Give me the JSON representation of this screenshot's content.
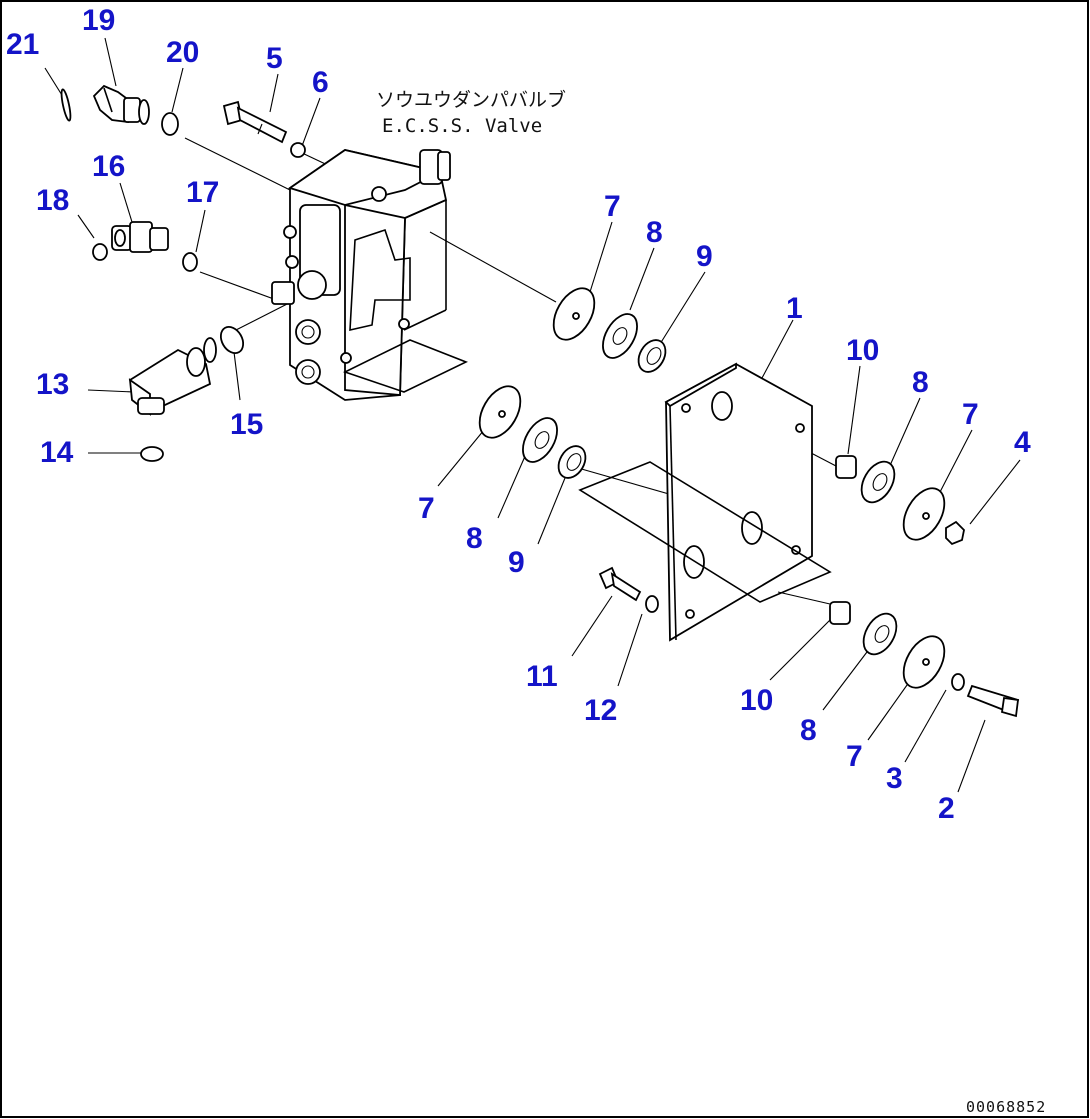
{
  "diagram": {
    "caption_jp": "ソウユウダンパバルブ",
    "caption_en": "E.C.S.S. Valve",
    "drawing_code": "00068852",
    "callouts": [
      "21",
      "19",
      "20",
      "5",
      "6",
      "16",
      "18",
      "17",
      "7",
      "8",
      "9",
      "1",
      "10",
      "8",
      "7",
      "4",
      "13",
      "15",
      "14",
      "7",
      "8",
      "9",
      "11",
      "12",
      "10",
      "8",
      "7",
      "3",
      "2"
    ]
  }
}
